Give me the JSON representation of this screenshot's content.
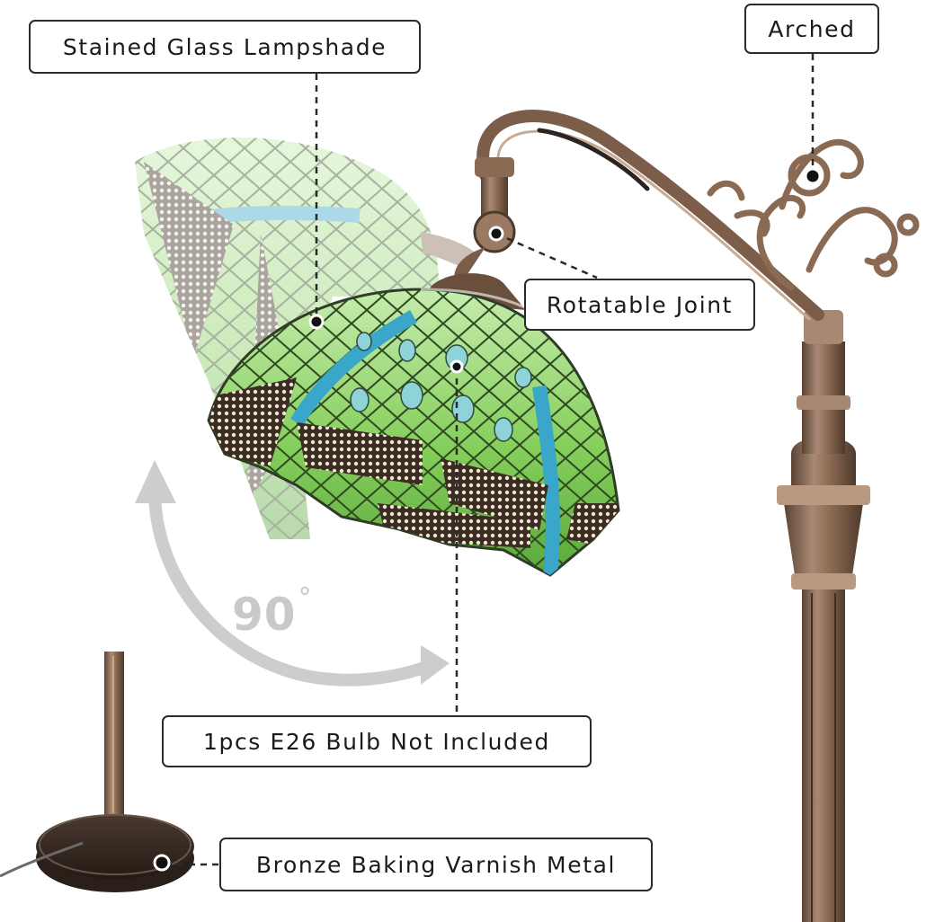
{
  "labels": {
    "lampshade": "Stained Glass Lampshade",
    "arched": "Arched",
    "rotatable_joint": "Rotatable Joint",
    "bulb": "1pcs E26 Bulb Not Included",
    "base": "Bronze Baking Varnish Metal"
  },
  "rotation": {
    "value": "90",
    "unit": "°"
  },
  "colors": {
    "glass_green": "#7fc95a",
    "glass_light": "#b7e3a0",
    "dragonfly_blue": "#3aa6c9",
    "wing_cream": "#e8dcc0",
    "bronze": "#8a6a52",
    "bronze_dark": "#4e3a2c",
    "base_dark": "#3b2d26",
    "guide_line": "#2a2a2a",
    "arrow_gray": "#c9c9c9"
  },
  "icons": [
    "dragonfly-pattern",
    "rotation-arrow-icon",
    "callout-dot-icon"
  ]
}
